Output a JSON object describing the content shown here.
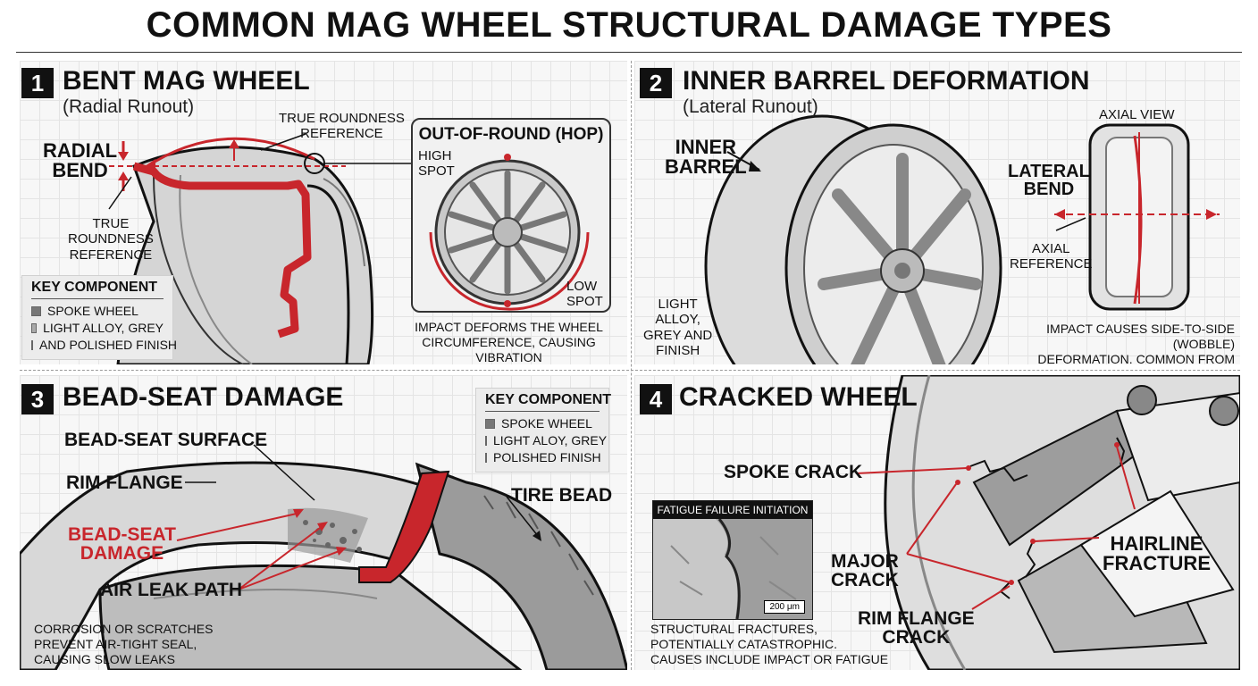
{
  "title": "COMMON MAG WHEEL STRUCTURAL DAMAGE TYPES",
  "panels": [
    {
      "number": "1",
      "title": "BENT MAG WHEEL",
      "subtitle": "(Radial Runout)",
      "labels": {
        "radial_bend": "RADIAL\nBEND",
        "true_roundness_top": "TRUE ROUNDNESS\nREFERENCE",
        "true_roundness_left": "TRUE\nROUNDNESS\nREFERENCE"
      },
      "legend": {
        "heading": "KEY COMPONENT",
        "items": [
          "SPOKE WHEEL",
          "LIGHT ALLOY, GREY",
          "AND POLISHED FINISH"
        ]
      },
      "inset": {
        "title": "OUT-OF-ROUND (HOP)",
        "high_spot": "HIGH\nSPOT",
        "low_spot": "LOW\nSPOT"
      },
      "caption": "IMPACT DEFORMS THE WHEEL\nCIRCUMFERENCE, CAUSING VIBRATION\n(HOP)"
    },
    {
      "number": "2",
      "title": "INNER BARREL DEFORMATION",
      "subtitle": "(Lateral Runout)",
      "labels": {
        "inner_barrel": "INNER\nBARREL",
        "light_alloy": "LIGHT\nALLOY,\nGREY AND\nFINISH",
        "axial_view": "AXIAL VIEW",
        "lateral_bend": "LATERAL\nBEND",
        "axial_reference": "AXIAL\nREFERENCE"
      },
      "caption": "IMPACT CAUSES SIDE-TO-SIDE (WOBBLE)\nDEFORMATION. COMMON FROM CURB\nSTRIKES"
    },
    {
      "number": "3",
      "title": "BEAD-SEAT DAMAGE",
      "labels": {
        "bead_seat_surface": "BEAD-SEAT SURFACE",
        "rim_flange": "RIM FLANGE",
        "bead_seat_damage": "BEAD-SEAT\nDAMAGE",
        "air_leak_path": "AIR LEAK PATH",
        "tire_bead": "TIRE BEAD"
      },
      "legend": {
        "heading": "KEY COMPONENT",
        "items": [
          "SPOKE WHEEL",
          "LIGHT ALOY, GREY",
          "POLISHED FINISH"
        ]
      },
      "caption": "CORROSION OR SCRATCHES\nPREVENT AIR-TIGHT SEAL,\nCAUSING SLOW LEAKS"
    },
    {
      "number": "4",
      "title": "CRACKED WHEEL",
      "labels": {
        "spoke_crack": "SPOKE CRACK",
        "major_crack": "MAJOR\nCRACK",
        "rim_flange_crack": "RIM FLANGE\nCRACK",
        "hairline_fracture": "HAIRLINE\nFRACTURE"
      },
      "micrograph": {
        "title": "FATIGUE FAILURE INITIATION",
        "scale": "200 μm"
      },
      "caption": "STRUCTURAL FRACTURES,\nPOTENTIALLY CATASTROPHIC.\nCAUSES INCLUDE IMPACT OR FATIGUE"
    }
  ],
  "colors": {
    "accent_red": "#c8262c",
    "ink": "#111111",
    "alloy_light": "#d8d8d8",
    "alloy_dark": "#8a8a8a"
  }
}
